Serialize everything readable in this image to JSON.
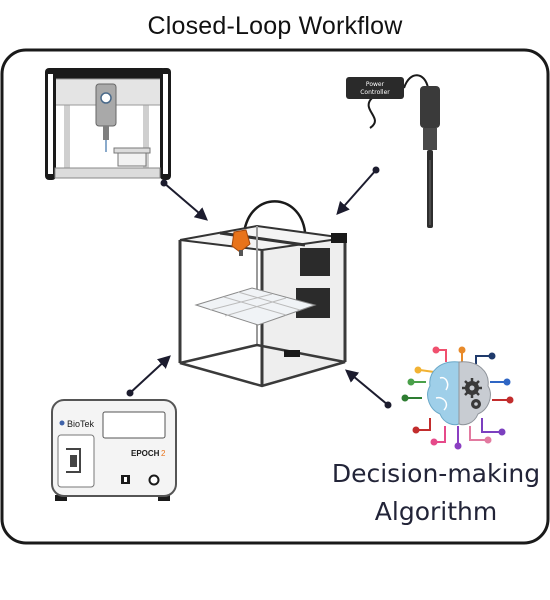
{
  "title": "Closed-Loop Workflow",
  "components": {
    "liquid_handler": {
      "icon": "liquid-handler-robot"
    },
    "power_controller": {
      "label": "Power Controller",
      "icon": "power-controller-device"
    },
    "central_robot": {
      "icon": "3d-printer-gantry-robot"
    },
    "plate_reader": {
      "brand": "BioTek",
      "model": "EPOCH",
      "model_suffix": "2",
      "icon": "plate-reader"
    },
    "algorithm": {
      "label_line1": "Decision-making",
      "label_line2": "Algorithm",
      "icon": "brain-gears-icon"
    }
  },
  "colors": {
    "frame": "#1a1a1a",
    "arrow": "#1c1c2e",
    "accent_orange": "#e8731a",
    "brain_left": "#9fcfe9",
    "brain_right": "#c8ccd2"
  }
}
